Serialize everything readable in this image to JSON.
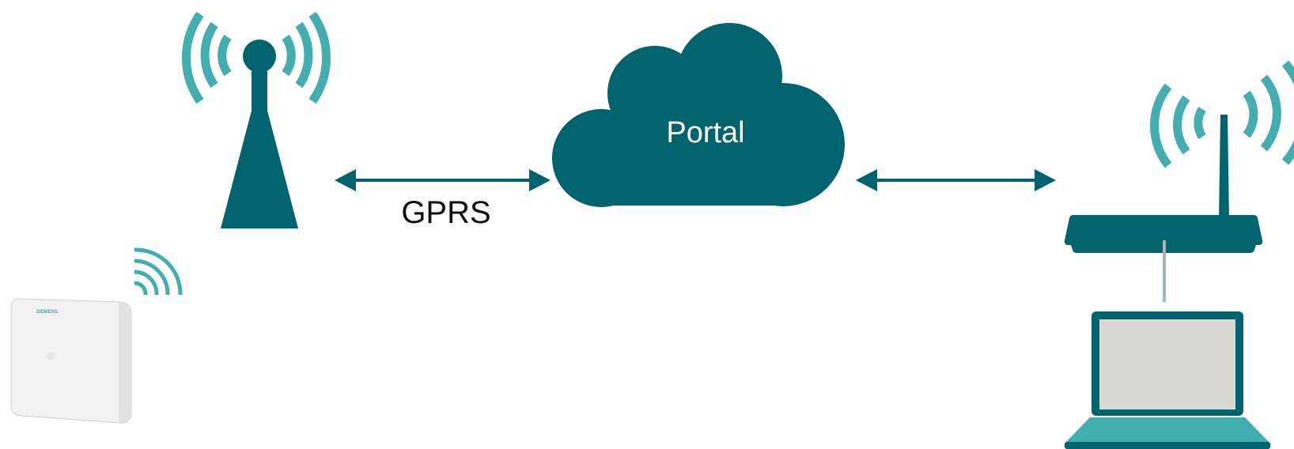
{
  "colors": {
    "primary": "#01636e",
    "accent": "#44adb0",
    "screen": "#d9d8d2",
    "connector": "#a7b4ba",
    "device_body": "#f2f2f2"
  },
  "cloud": {
    "label": "Portal"
  },
  "links": {
    "tower_to_cloud": {
      "label": "GPRS"
    },
    "cloud_to_router": {
      "label": ""
    }
  },
  "device": {
    "brand": "SIEMENS"
  },
  "nodes": {
    "tower": {
      "icon": "cell-tower-icon"
    },
    "cloud": {
      "icon": "cloud-icon"
    },
    "router": {
      "icon": "wifi-router-icon"
    },
    "laptop": {
      "icon": "laptop-icon"
    },
    "gateway_device": {
      "icon": "gateway-device-icon"
    }
  }
}
